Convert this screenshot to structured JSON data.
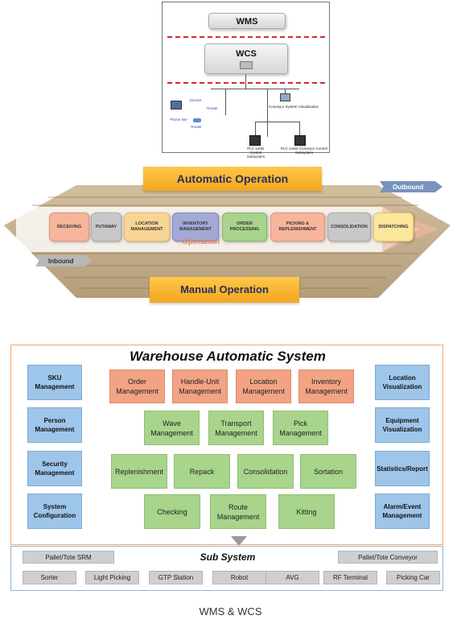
{
  "architecture": {
    "wms": "WMS",
    "wcs": "WCS",
    "network_labels": {
      "service": "Service",
      "router1": "Router",
      "phone": "Phone line",
      "router2": "Router"
    },
    "conveyor_visualization": "Conveyor System Visualization",
    "plc_sorter": "PLC sorter Control Subsystem",
    "plc_sorter_conveyor": "PLC sorter Conveyor Control Subsystem"
  },
  "warehouse": {
    "automatic_banner": "Automatic Operation",
    "manual_banner": "Manual Operation",
    "operation_label": "Operation",
    "outbound": "Outbound",
    "inbound": "Inbound",
    "processes": [
      "RECEIVING",
      "PUTAWAY",
      "LOCATION MANAGEMENT",
      "INVENTORY MANAGEMENT",
      "ORDER PROCESSING",
      "PICKING & REPLENISHMENT",
      "CONSOLIDATION",
      "DISPATCHING"
    ]
  },
  "was": {
    "title": "Warehouse Automatic System",
    "left": [
      "SKU Management",
      "Person Management",
      "Security Management",
      "System Configuration"
    ],
    "right": [
      "Location Visualization",
      "Equipment Visualization",
      "Statistics/Report",
      "Alarm/Event Management"
    ],
    "orange": [
      "Order Management",
      "Handle-Unit Management",
      "Location Management",
      "Inventory Management"
    ],
    "green_row1": [
      "Wave Management",
      "Transport Management",
      "Pick Management"
    ],
    "green_row2": [
      "Replenishment",
      "Repack",
      "Consolidation",
      "Sortation"
    ],
    "green_row3": [
      "Checking",
      "Route Management",
      "Kitting"
    ]
  },
  "subsystem": {
    "title": "Sub System",
    "top_left": "Pallet/Tote  SRM",
    "top_right": "Pallet/Tote  Conveyor",
    "row": [
      "Sorter",
      "Light Picking",
      "GTP Station",
      "Robot",
      "AVG",
      "RF Terminal",
      "Picking Car"
    ]
  },
  "caption": "WMS & WCS",
  "colors": {
    "blue_box": "#9ec5ea",
    "orange_box": "#f2a383",
    "green_box": "#a8d48c",
    "gray_box": "#cfcfcf",
    "banner": "#f3a51e",
    "dash": "#d62a2a"
  }
}
